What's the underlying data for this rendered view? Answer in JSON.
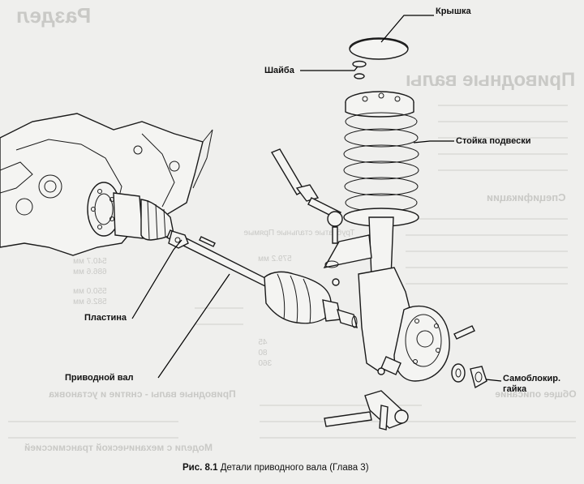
{
  "labels": {
    "cover": "Крышка",
    "washer": "Шайба",
    "strut": "Стойка подвески",
    "plate": "Пластина",
    "drive_shaft": "Приводной вал",
    "locknut": "Самоблокир.\nгайка"
  },
  "caption": {
    "number": "Рис. 8.1",
    "text": "Детали приводного вала (Глава 3)"
  },
  "bleed_through": {
    "header_left": "Раздел",
    "header_right": "Приводные валы",
    "section_spec": "Спецификации",
    "table_head": "Трубчатые стальные Прямые",
    "side_heading_1": "Приводные валы - снятие и установка",
    "side_heading_2": "Модели с механической трансмиссией",
    "side_heading_3": "Общее описание",
    "numbers": [
      "540.7 мм",
      "686.6 мм",
      "550.0 мм",
      "582.6 мм",
      "579.2 мм",
      "45",
      "80",
      "360"
    ]
  }
}
